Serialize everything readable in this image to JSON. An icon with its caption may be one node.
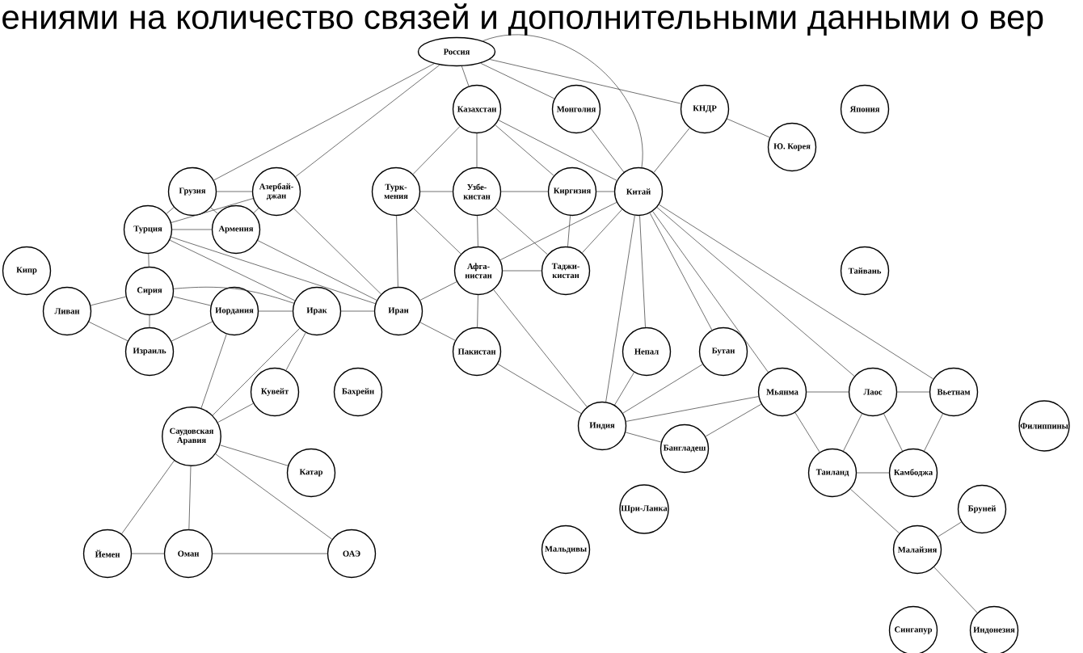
{
  "diagram": {
    "nodes": [
      {
        "text": [
          "Россия"
        ]
      },
      {
        "text": [
          "Казахстан"
        ]
      },
      {
        "text": [
          "Монголия"
        ]
      },
      {
        "text": [
          "КНДР"
        ]
      },
      {
        "text": [
          "Япония"
        ]
      },
      {
        "text": [
          "Ю. Корея"
        ]
      },
      {
        "text": [
          "Грузия"
        ]
      },
      {
        "text": [
          "Азербай- джан"
        ]
      },
      {
        "text": [
          "Турк- мения"
        ]
      },
      {
        "text": [
          "Узбе- кистан"
        ]
      },
      {
        "text": [
          "Киргизия"
        ]
      },
      {
        "text": [
          "Китай"
        ]
      },
      {
        "text": [
          "Турция"
        ]
      },
      {
        "text": [
          "Армения"
        ]
      },
      {
        "text": [
          "Кипр"
        ]
      },
      {
        "text": [
          "Афга- нистан"
        ]
      },
      {
        "text": [
          "Таджи- кистан"
        ]
      },
      {
        "text": [
          "Тайвань"
        ]
      },
      {
        "text": [
          "Ливан"
        ]
      },
      {
        "text": [
          "Сирия"
        ]
      },
      {
        "text": [
          "Иордания"
        ]
      },
      {
        "text": [
          "Израиль"
        ]
      },
      {
        "text": [
          "Ирак"
        ]
      },
      {
        "text": [
          "Иран"
        ]
      },
      {
        "text": [
          "Пакистан"
        ]
      },
      {
        "text": [
          "Непал"
        ]
      },
      {
        "text": [
          "Бутан"
        ]
      },
      {
        "text": [
          "Кувейт"
        ]
      },
      {
        "text": [
          "Бахрейн"
        ]
      },
      {
        "text": [
          "Мьянма"
        ]
      },
      {
        "text": [
          "Лаос"
        ]
      },
      {
        "text": [
          "Вьетнам"
        ]
      },
      {
        "text": [
          "Индия"
        ]
      },
      {
        "text": [
          "Филиппины"
        ]
      },
      {
        "text": [
          "Саудовская Аравия"
        ]
      },
      {
        "text": [
          "Бангладеш"
        ]
      },
      {
        "text": [
          "Таиланд"
        ]
      },
      {
        "text": [
          "Камбоджа"
        ]
      },
      {
        "text": [
          "Катар"
        ]
      },
      {
        "text": [
          "Шри-Ланка"
        ]
      },
      {
        "text": [
          "Бруней"
        ]
      },
      {
        "text": [
          "Мальдивы"
        ]
      },
      {
        "text": [
          "Малайзия"
        ]
      },
      {
        "text": [
          "Йемен"
        ]
      },
      {
        "text": [
          "Оман"
        ]
      },
      {
        "text": [
          "ОАЭ"
        ]
      },
      {
        "text": [
          "Сингапур"
        ]
      },
      {
        "text": [
          "Индонезия"
        ]
      }
    ],
    "edges": [
      {
        "from": 0,
        "to": 6,
        "arrow": "none"
      },
      {
        "from": 0,
        "to": 7,
        "arrow": "none"
      },
      {
        "from": 0,
        "to": 1,
        "arrow": "none"
      },
      {
        "from": 0,
        "to": 2,
        "arrow": "none"
      },
      {
        "from": 0,
        "to": 11,
        "arrow": "none"
      },
      {
        "from": 0,
        "to": 3,
        "arrow": "none"
      },
      {
        "from": 1,
        "to": 8,
        "arrow": "none"
      },
      {
        "from": 1,
        "to": 9,
        "arrow": "none"
      },
      {
        "from": 1,
        "to": 10,
        "arrow": "none"
      },
      {
        "from": 1,
        "to": 11,
        "arrow": "none"
      },
      {
        "from": 2,
        "to": 11,
        "arrow": "none"
      },
      {
        "from": 3,
        "to": 11,
        "arrow": "none"
      },
      {
        "from": 3,
        "to": 5,
        "arrow": "none"
      },
      {
        "from": 6,
        "to": 7,
        "arrow": "none"
      },
      {
        "from": 6,
        "to": 12,
        "arrow": "none"
      },
      {
        "from": 6,
        "to": 13,
        "arrow": "none"
      },
      {
        "from": 7,
        "to": 12,
        "arrow": "none"
      },
      {
        "from": 7,
        "to": 13,
        "arrow": "none"
      },
      {
        "from": 7,
        "to": 23,
        "arrow": "none"
      },
      {
        "from": 8,
        "to": 9,
        "arrow": "none"
      },
      {
        "from": 8,
        "to": 23,
        "arrow": "none"
      },
      {
        "from": 8,
        "to": 15,
        "arrow": "none"
      },
      {
        "from": 9,
        "to": 10,
        "arrow": "none"
      },
      {
        "from": 9,
        "to": 15,
        "arrow": "none"
      },
      {
        "from": 9,
        "to": 16,
        "arrow": "none"
      },
      {
        "from": 10,
        "to": 11,
        "arrow": "none"
      },
      {
        "from": 10,
        "to": 16,
        "arrow": "none"
      },
      {
        "from": 11,
        "to": 15,
        "arrow": "none"
      },
      {
        "from": 11,
        "to": 16,
        "arrow": "none"
      },
      {
        "from": 11,
        "to": 32,
        "arrow": "none"
      },
      {
        "from": 11,
        "to": 25,
        "arrow": "none"
      },
      {
        "from": 11,
        "to": 26,
        "arrow": "none"
      },
      {
        "from": 11,
        "to": 29,
        "arrow": "none"
      },
      {
        "from": 11,
        "to": 30,
        "arrow": "none"
      },
      {
        "from": 11,
        "to": 31,
        "arrow": "none"
      },
      {
        "from": 12,
        "to": 13,
        "arrow": "none"
      },
      {
        "from": 12,
        "to": 19,
        "arrow": "none"
      },
      {
        "from": 12,
        "to": 22,
        "arrow": "none"
      },
      {
        "from": 12,
        "to": 23,
        "arrow": "none"
      },
      {
        "from": 13,
        "to": 23,
        "arrow": "none"
      },
      {
        "from": 19,
        "to": 18,
        "arrow": "none"
      },
      {
        "from": 19,
        "to": 20,
        "arrow": "none"
      },
      {
        "from": 19,
        "to": 21,
        "arrow": "none"
      },
      {
        "from": 19,
        "to": 22,
        "arrow": "none"
      },
      {
        "from": 18,
        "to": 21,
        "arrow": "none"
      },
      {
        "from": 21,
        "to": 20,
        "arrow": "none"
      },
      {
        "from": 20,
        "to": 22,
        "arrow": "none"
      },
      {
        "from": 20,
        "to": 34,
        "arrow": "none"
      },
      {
        "from": 22,
        "to": 23,
        "arrow": "none"
      },
      {
        "from": 22,
        "to": 34,
        "arrow": "none"
      },
      {
        "from": 22,
        "to": 27,
        "arrow": "none"
      },
      {
        "from": 27,
        "to": 34,
        "arrow": "none"
      },
      {
        "from": 23,
        "to": 15,
        "arrow": "none"
      },
      {
        "from": 23,
        "to": 24,
        "arrow": "none"
      },
      {
        "from": 15,
        "to": 16,
        "arrow": "none"
      },
      {
        "from": 15,
        "to": 24,
        "arrow": "none"
      },
      {
        "from": 15,
        "to": 32,
        "arrow": "none"
      },
      {
        "from": 24,
        "to": 32,
        "arrow": "none"
      },
      {
        "from": 32,
        "to": 25,
        "arrow": "none"
      },
      {
        "from": 32,
        "to": 26,
        "arrow": "none"
      },
      {
        "from": 32,
        "to": 29,
        "arrow": "none"
      },
      {
        "from": 32,
        "to": 35,
        "arrow": "none"
      },
      {
        "from": 35,
        "to": 29,
        "arrow": "none"
      },
      {
        "from": 29,
        "to": 30,
        "arrow": "none"
      },
      {
        "from": 29,
        "to": 36,
        "arrow": "none"
      },
      {
        "from": 30,
        "to": 31,
        "arrow": "none"
      },
      {
        "from": 30,
        "to": 36,
        "arrow": "none"
      },
      {
        "from": 30,
        "to": 37,
        "arrow": "none"
      },
      {
        "from": 31,
        "to": 37,
        "arrow": "none"
      },
      {
        "from": 36,
        "to": 37,
        "arrow": "none"
      },
      {
        "from": 36,
        "to": 42,
        "arrow": "none"
      },
      {
        "from": 42,
        "to": 40,
        "arrow": "none"
      },
      {
        "from": 42,
        "to": 47,
        "arrow": "none"
      },
      {
        "from": 34,
        "to": 38,
        "arrow": "none"
      },
      {
        "from": 34,
        "to": 43,
        "arrow": "none"
      },
      {
        "from": 34,
        "to": 44,
        "arrow": "none"
      },
      {
        "from": 34,
        "to": 45,
        "arrow": "none"
      },
      {
        "from": 43,
        "to": 44,
        "arrow": "none"
      },
      {
        "from": 44,
        "to": 45,
        "arrow": "none"
      }
    ],
    "labels": [
      "ениями на количество связей и дополнительными данными о вер"
    ]
  }
}
